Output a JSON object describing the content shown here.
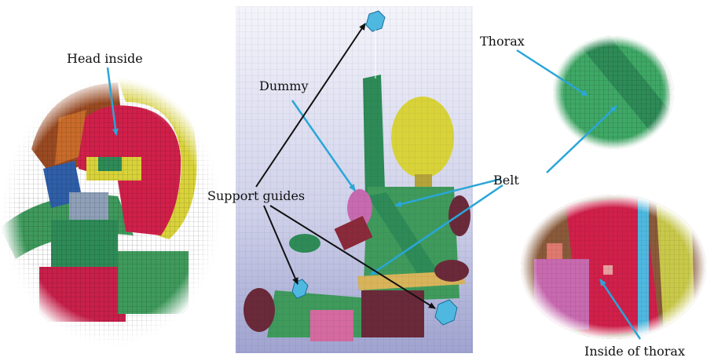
{
  "labels": {
    "head_inside": "Head inside",
    "dummy": "Dummy",
    "support_guides": "Support guides",
    "thorax": "Thorax",
    "belt": "Belt",
    "inside_of_thorax": "Inside of thorax"
  },
  "colors": {
    "arrow_blue": "#2aa6d8",
    "arrow_black": "#111111",
    "mesh_green": "#2e8b57",
    "mesh_yellow": "#d9d33a",
    "mesh_red": "#d0204a",
    "mesh_brown": "#8a4a2a",
    "mesh_pink": "#c86ab0",
    "guide_cyan": "#4fb8e0",
    "panel_bg": "#c9cbe6"
  },
  "icons": [
    "support-guide-icon"
  ]
}
